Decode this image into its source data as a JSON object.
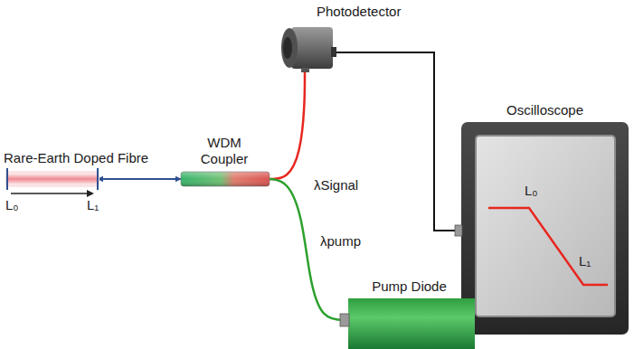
{
  "diagram": {
    "nodes": [
      {
        "text": [
          "Rare-Earth Doped Fibre"
        ]
      },
      {
        "text": [
          "WDM Coupler"
        ]
      },
      {
        "text": [
          "Photodetector"
        ]
      },
      {
        "text": [
          "Oscilloscope"
        ]
      },
      {
        "text": [
          "Pump Diode"
        ]
      }
    ],
    "edges": [
      {
        "from": 0,
        "to": 1,
        "arrow": "both"
      },
      {
        "from": 1,
        "to": 2,
        "label": "λSignal",
        "arrow": "none"
      },
      {
        "from": 1,
        "to": 4,
        "label": "λpump",
        "arrow": "none"
      },
      {
        "from": 2,
        "to": 3,
        "arrow": "none"
      }
    ],
    "labels": [
      "L₀",
      "L₁",
      "L₀",
      "L₁"
    ]
  }
}
